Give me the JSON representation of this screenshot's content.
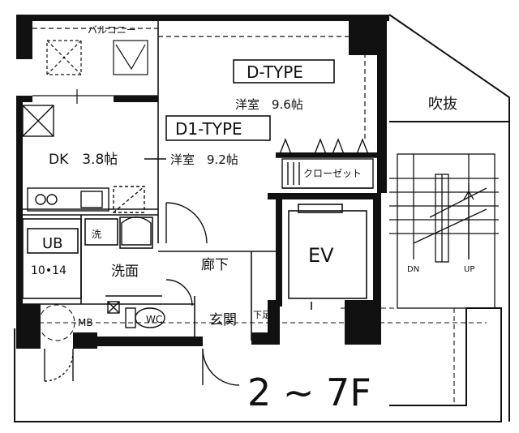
{
  "labels": {
    "balcony": "バルコニー",
    "d_type": "D-TYPE",
    "d_room": "洋室　9.6帖",
    "d1_type": "D1-TYPE",
    "dk": "DK　3.8帖",
    "d1_room": "洋室　9.2帖",
    "fukinuke": "吹抜",
    "closet": "クローゼット",
    "ub": "UB",
    "ub_size": "10•14",
    "washer": "洗",
    "washroom": "洗面",
    "hallway": "廊下",
    "ev": "EV",
    "dn": "DN",
    "up": "UP",
    "mb": "MB",
    "wc": "WC",
    "entrance": "玄関",
    "shoe_box": "下足",
    "floors": "2 ~ 7F"
  },
  "colors": {
    "ink": "#111111",
    "paper": "#ffffff"
  }
}
